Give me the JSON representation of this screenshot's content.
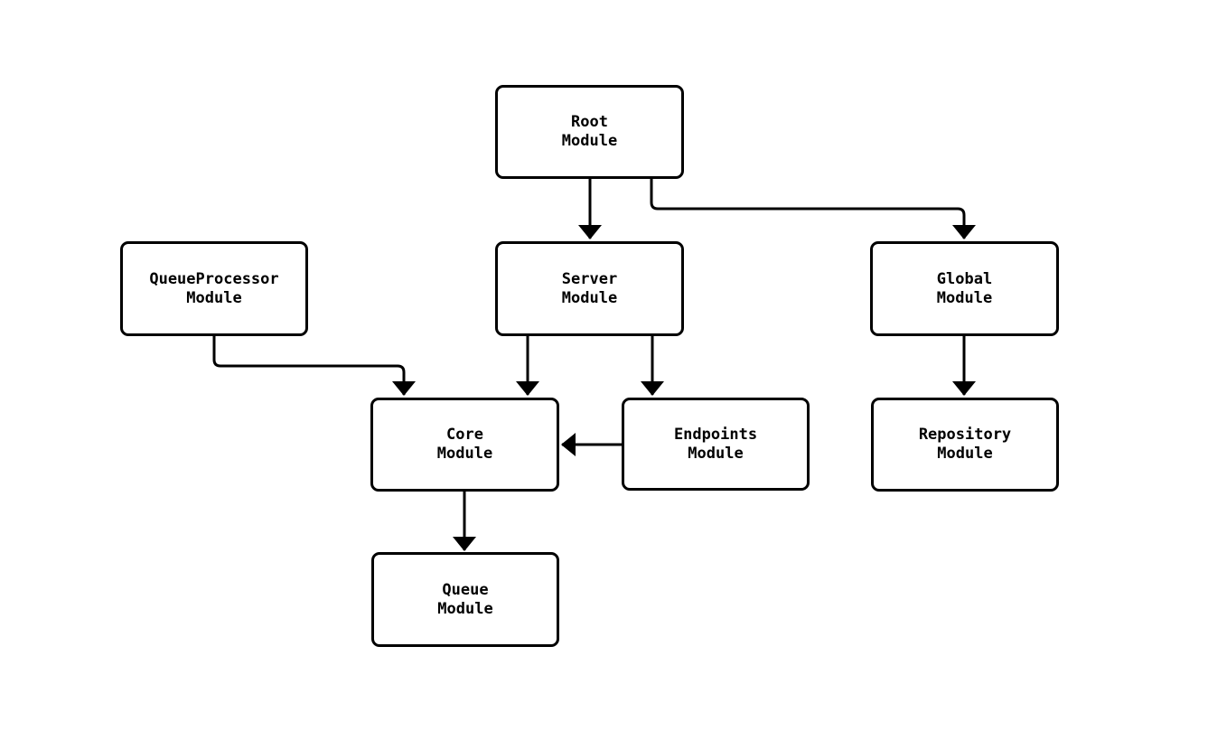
{
  "diagram": {
    "type": "flowchart",
    "direction": "top-down",
    "background_color": "#ffffff",
    "node_fill_color": "#ffffff",
    "node_border_color": "#000000",
    "text_color": "#000000",
    "edge_color": "#000000",
    "nodes": [
      {
        "id": "root",
        "label": "Root\nModule"
      },
      {
        "id": "queueprocessor",
        "label": "QueueProcessor\nModule"
      },
      {
        "id": "server",
        "label": "Server\nModule"
      },
      {
        "id": "global",
        "label": "Global\nModule"
      },
      {
        "id": "core",
        "label": "Core\nModule"
      },
      {
        "id": "endpoints",
        "label": "Endpoints\nModule"
      },
      {
        "id": "repository",
        "label": "Repository\nModule"
      },
      {
        "id": "queue",
        "label": "Queue\nModule"
      }
    ],
    "edges": [
      {
        "from": "Root Module",
        "to": "Server Module"
      },
      {
        "from": "Root Module",
        "to": "Global Module"
      },
      {
        "from": "QueueProcessor Module",
        "to": "Core Module"
      },
      {
        "from": "Server Module",
        "to": "Core Module"
      },
      {
        "from": "Server Module",
        "to": "Endpoints Module"
      },
      {
        "from": "Endpoints Module",
        "to": "Core Module"
      },
      {
        "from": "Global Module",
        "to": "Repository Module"
      },
      {
        "from": "Core Module",
        "to": "Queue Module"
      }
    ]
  }
}
